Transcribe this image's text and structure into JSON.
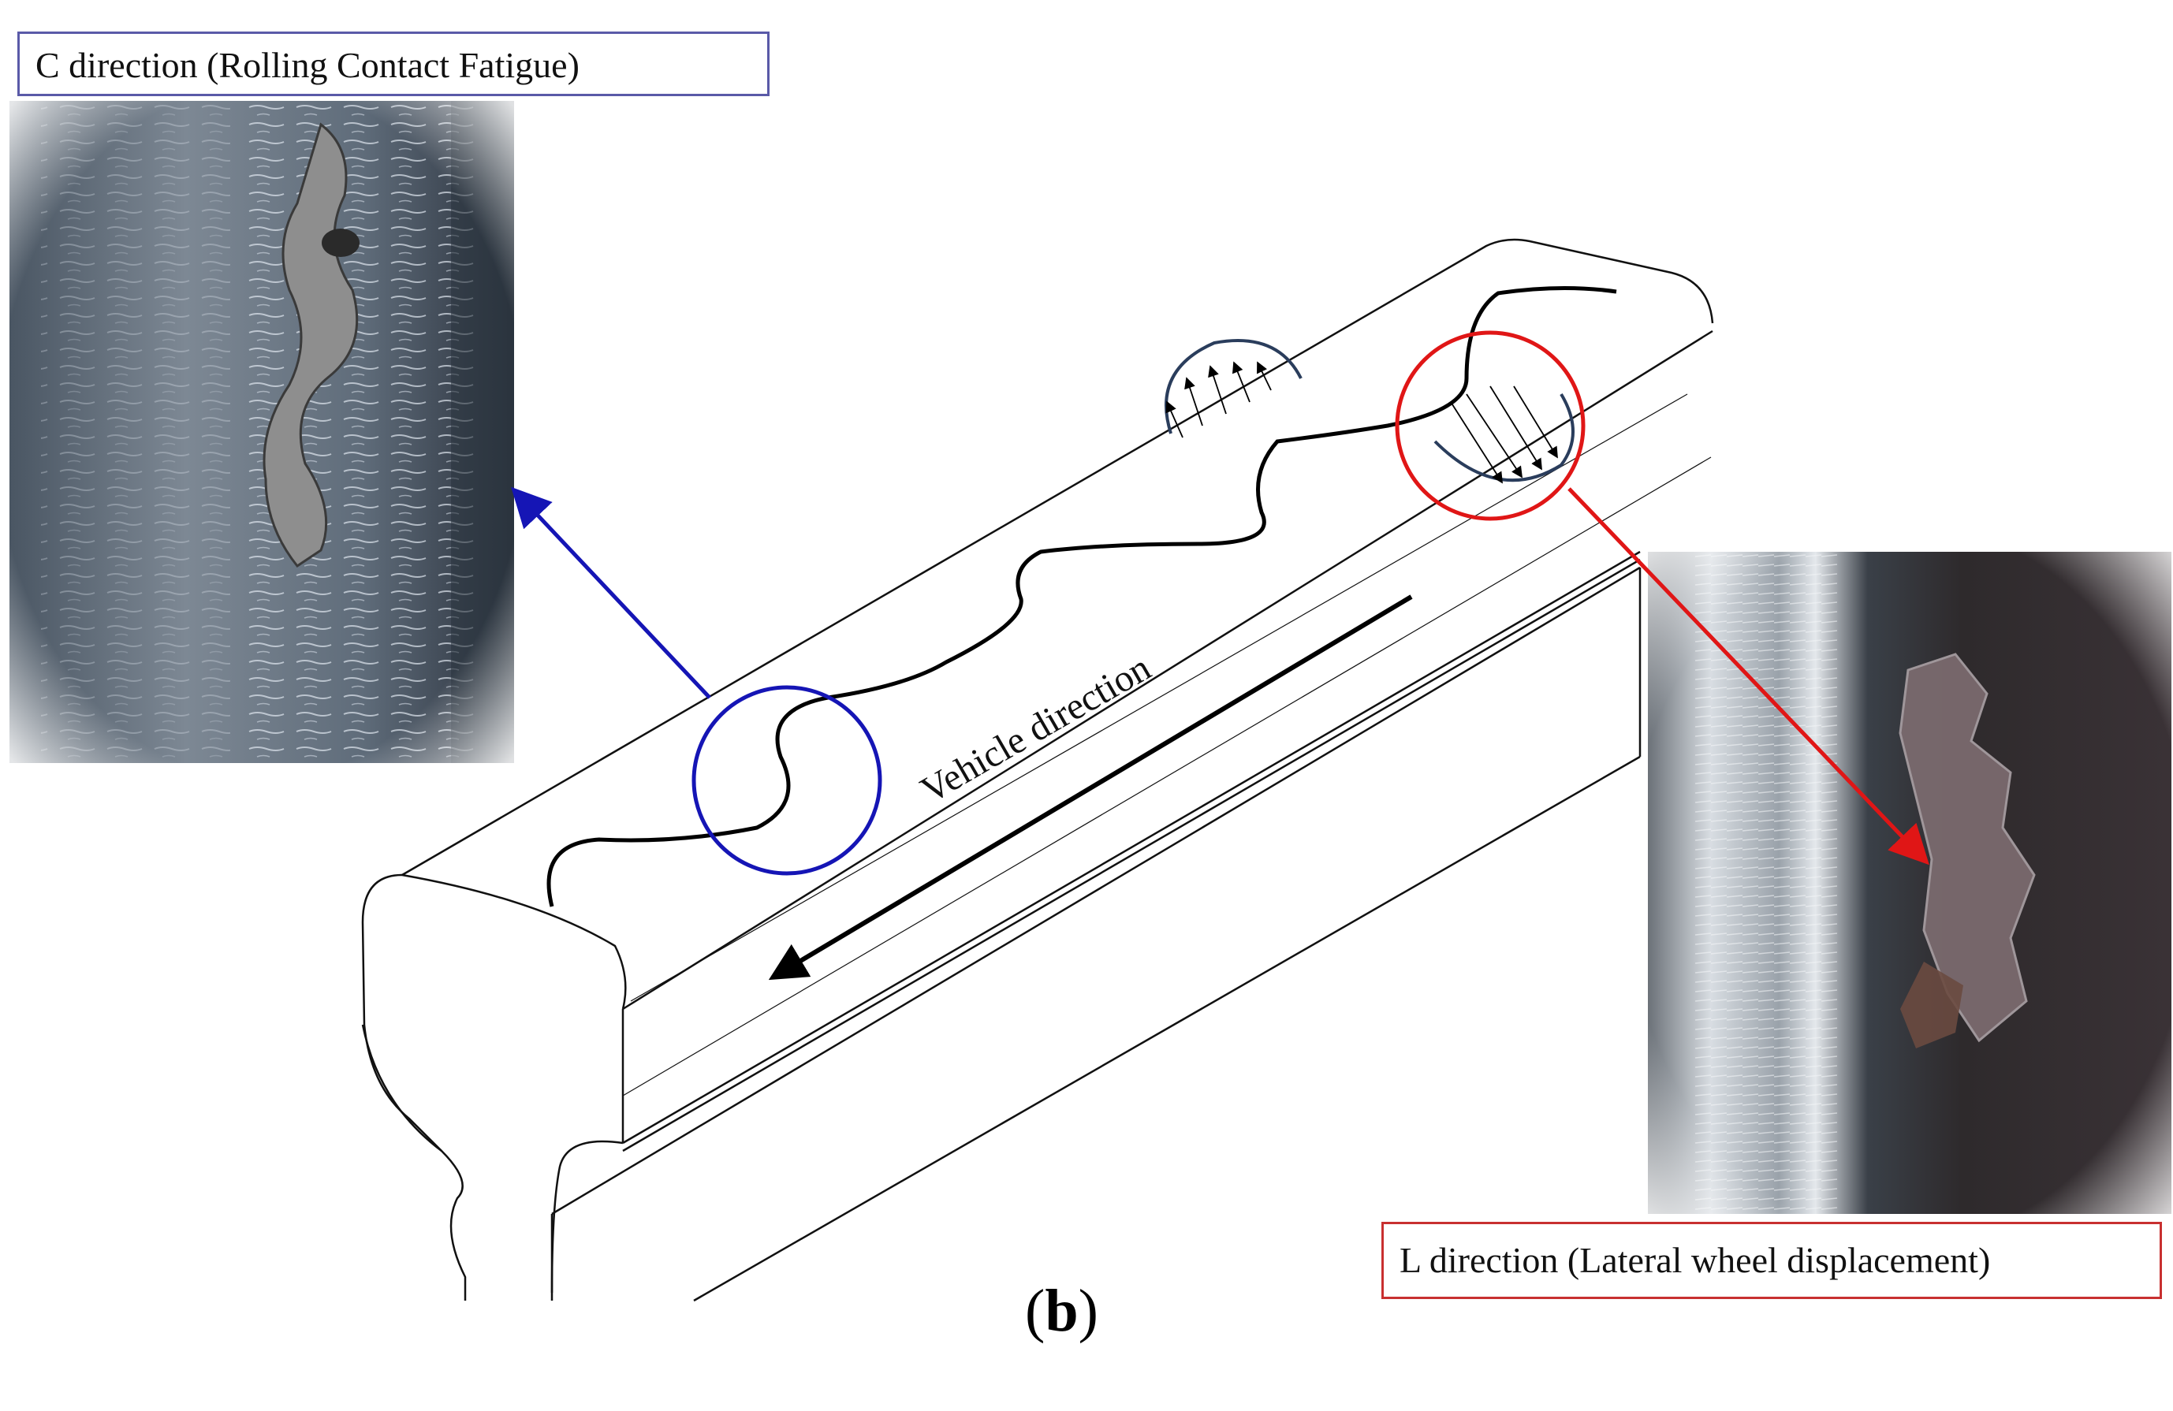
{
  "labels": {
    "c_direction": "C direction (Rolling Contact Fatigue)",
    "l_direction": "L direction (Lateral wheel displacement)",
    "vehicle_direction": "Vehicle direction"
  },
  "caption": {
    "open": "(",
    "letter": "b",
    "close": ")"
  },
  "colors": {
    "c_marker": "#1515b5",
    "l_marker": "#e01616",
    "stress_arc": "#2a3d5c",
    "line": "#000000"
  },
  "photos": {
    "c_photo": "rail-head-rolling-contact-fatigue-photo",
    "l_photo": "rail-head-lateral-wheel-displacement-photo"
  }
}
